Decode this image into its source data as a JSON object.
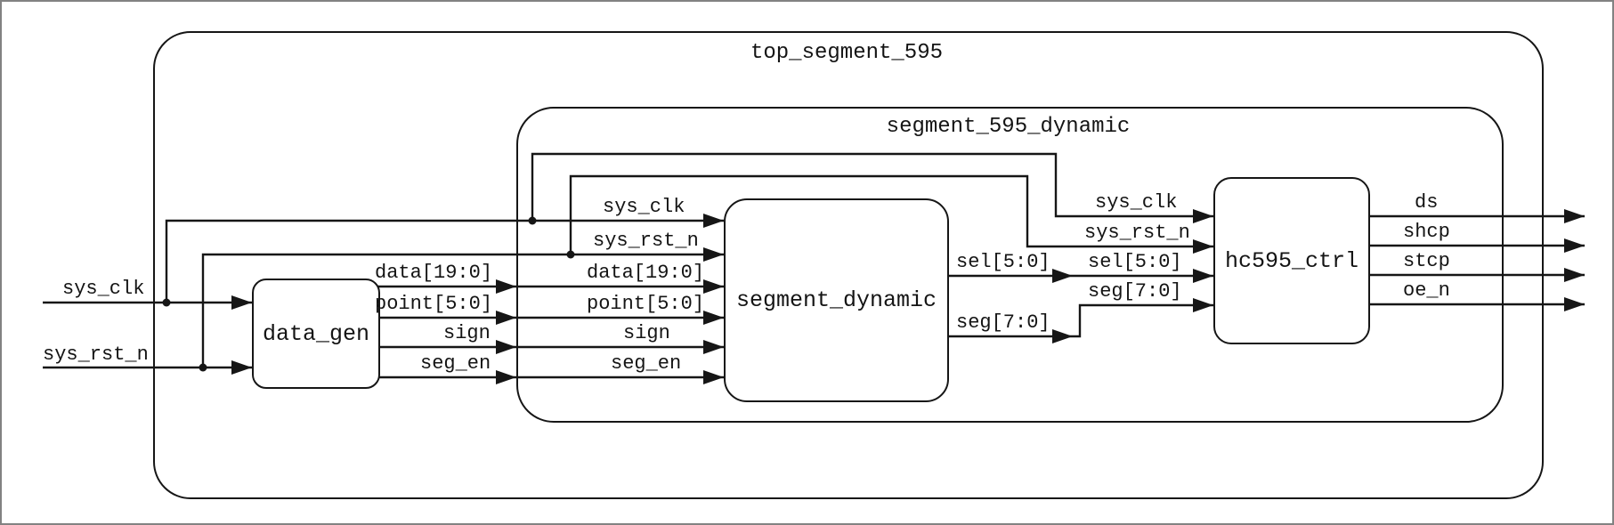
{
  "diagram": {
    "top_module": "top_segment_595",
    "submodule": "segment_595_dynamic",
    "blocks": [
      "data_gen",
      "segment_dynamic",
      "hc595_ctrl"
    ],
    "inputs": [
      "sys_clk",
      "sys_rst_n"
    ],
    "outputs": [
      "ds",
      "shcp",
      "stcp",
      "oe_n"
    ],
    "nets": {
      "sys_clk": "sys_clk",
      "sys_rst_n": "sys_rst_n",
      "data": "data[19:0]",
      "point": "point[5:0]",
      "sign": "sign",
      "seg_en": "seg_en",
      "sel": "sel[5:0]",
      "seg": "seg[7:0]"
    }
  }
}
